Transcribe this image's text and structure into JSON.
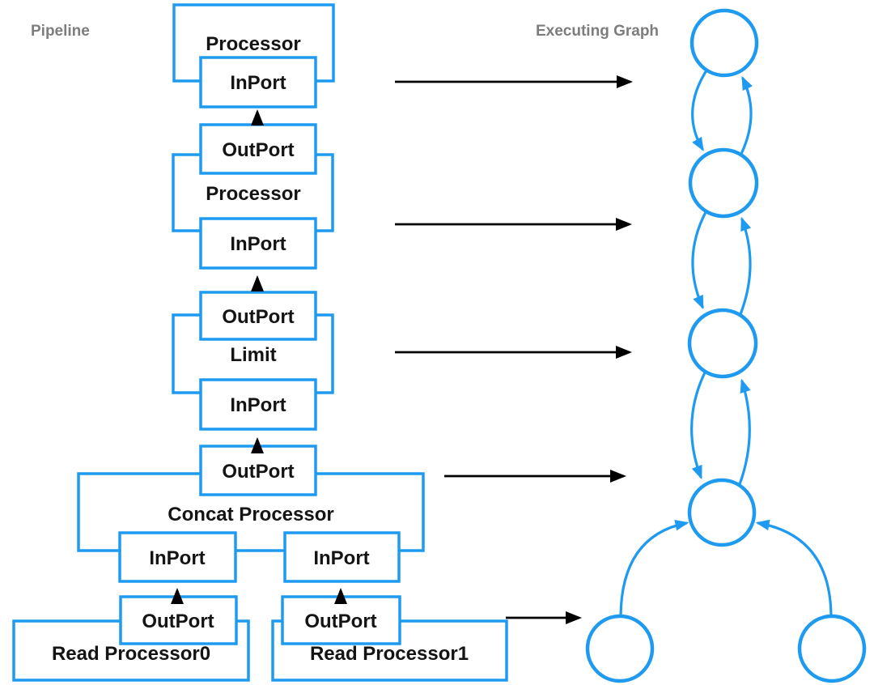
{
  "titles": {
    "pipeline": "Pipeline",
    "executing_graph": "Executing Graph"
  },
  "pipeline": {
    "stage_top": {
      "label": "Processor",
      "in_port": "InPort"
    },
    "stage_mid": {
      "out_port": "OutPort",
      "label": "Processor",
      "in_port": "InPort"
    },
    "stage_limit": {
      "out_port": "OutPort",
      "label": "Limit",
      "in_port": "InPort"
    },
    "stage_concat": {
      "out_port": "OutPort",
      "label": "Concat Processor",
      "in_port_left": "InPort",
      "in_port_right": "InPort"
    },
    "source_left": {
      "out_port": "OutPort",
      "label": "Read Processor0"
    },
    "source_right": {
      "out_port": "OutPort",
      "label": "Read Processor1"
    }
  },
  "executing_graph": {
    "nodes": [
      "node-1",
      "node-2",
      "node-3",
      "node-4",
      "node-5",
      "node-6"
    ],
    "edges": [
      {
        "from": "node-1",
        "to": "node-2"
      },
      {
        "from": "node-2",
        "to": "node-1"
      },
      {
        "from": "node-2",
        "to": "node-3"
      },
      {
        "from": "node-3",
        "to": "node-2"
      },
      {
        "from": "node-3",
        "to": "node-4"
      },
      {
        "from": "node-4",
        "to": "node-3"
      },
      {
        "from": "node-5",
        "to": "node-4"
      },
      {
        "from": "node-6",
        "to": "node-4"
      }
    ],
    "pipeline_to_graph_arrow_count": 5
  },
  "colors": {
    "node_stroke": "#1e9bf0",
    "connector": "#000000",
    "title_text": "#7d7d7d",
    "label_text": "#141414",
    "background": "#ffffff"
  }
}
